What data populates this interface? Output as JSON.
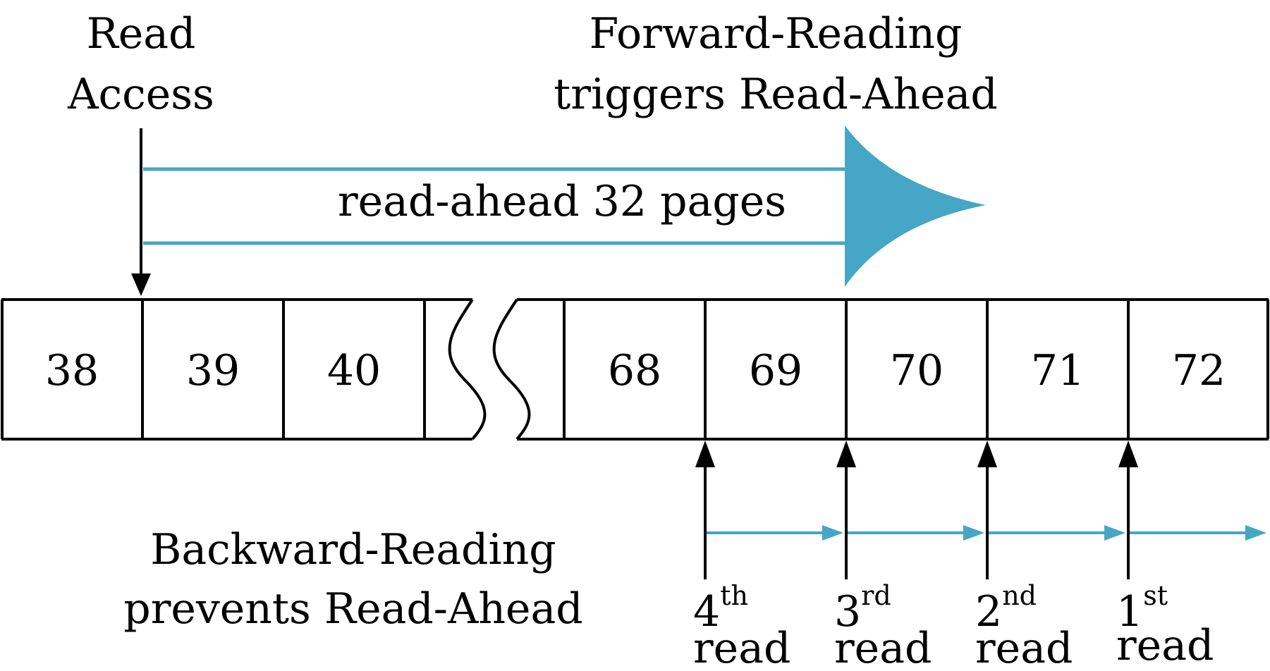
{
  "colors": {
    "accent": "#45a6c6",
    "stroke": "#000000"
  },
  "read_access": {
    "line1": "Read",
    "line2": "Access"
  },
  "forward": {
    "line1": "Forward-Reading",
    "line2": "triggers Read-Ahead"
  },
  "readahead_label": "read-ahead 32 pages",
  "backward": {
    "line1": "Backward-Reading",
    "line2": "prevents Read-Ahead"
  },
  "pages_left": [
    "38",
    "39",
    "40"
  ],
  "pages_right": [
    "68",
    "69",
    "70",
    "71",
    "72"
  ],
  "reads": [
    {
      "num": "4",
      "sup": "th",
      "word": "read"
    },
    {
      "num": "3",
      "sup": "rd",
      "word": "read"
    },
    {
      "num": "2",
      "sup": "nd",
      "word": "read"
    },
    {
      "num": "1",
      "sup": "st",
      "word": "read"
    }
  ]
}
